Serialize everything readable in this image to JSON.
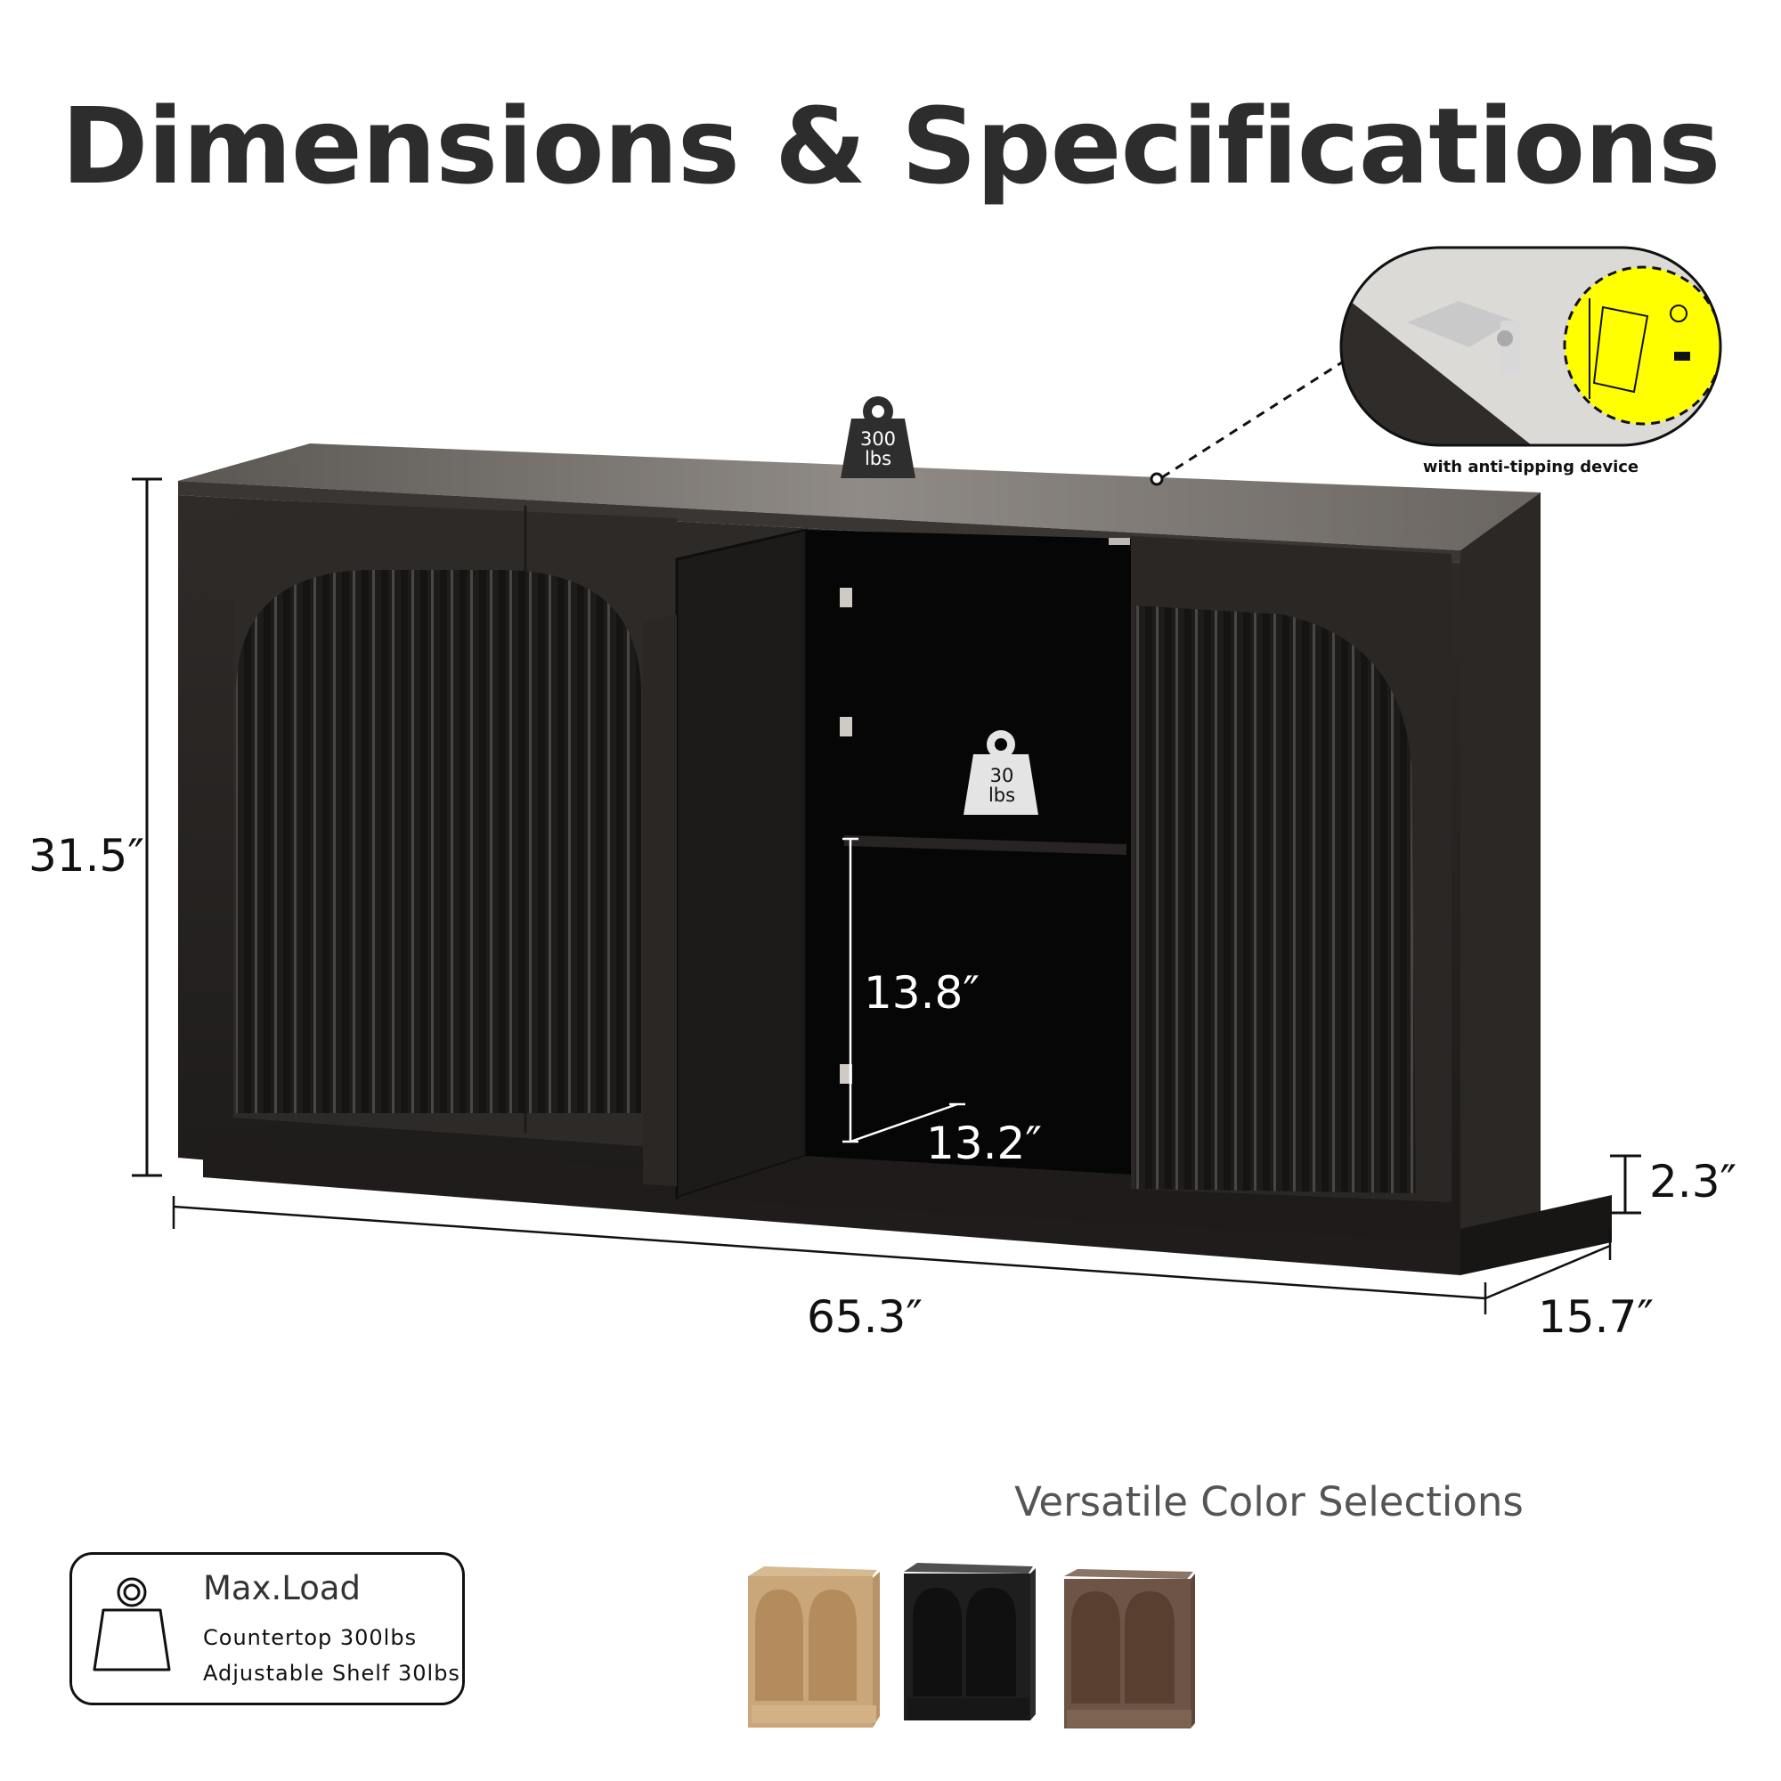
{
  "header": {
    "title": "Dimensions & Specifications"
  },
  "dimensions": {
    "height": "31.5″",
    "width": "65.3″",
    "depth": "15.7″",
    "base_height": "2.3″",
    "shelf_height": "13.8″",
    "shelf_depth": "13.2″"
  },
  "weights": {
    "countertop": {
      "value": "300",
      "unit": "lbs"
    },
    "shelf": {
      "value": "30",
      "unit": "lbs"
    }
  },
  "callout": {
    "caption": "with anti-tipping device",
    "highlight_color": "#ffff00"
  },
  "max_load": {
    "title": "Max.Load",
    "lines": [
      "Countertop 300lbs",
      "Adjustable Shelf 30lbs"
    ]
  },
  "color_selections": {
    "title": "Versatile Color Selections",
    "options": [
      {
        "name": "natural-oak",
        "color": "#c9a77a"
      },
      {
        "name": "black",
        "color": "#1e1e1e"
      },
      {
        "name": "walnut",
        "color": "#6e5446"
      }
    ]
  },
  "product": {
    "body_color": "#2a2725",
    "top_color": "#8e8984",
    "interior_color": "#050505"
  }
}
